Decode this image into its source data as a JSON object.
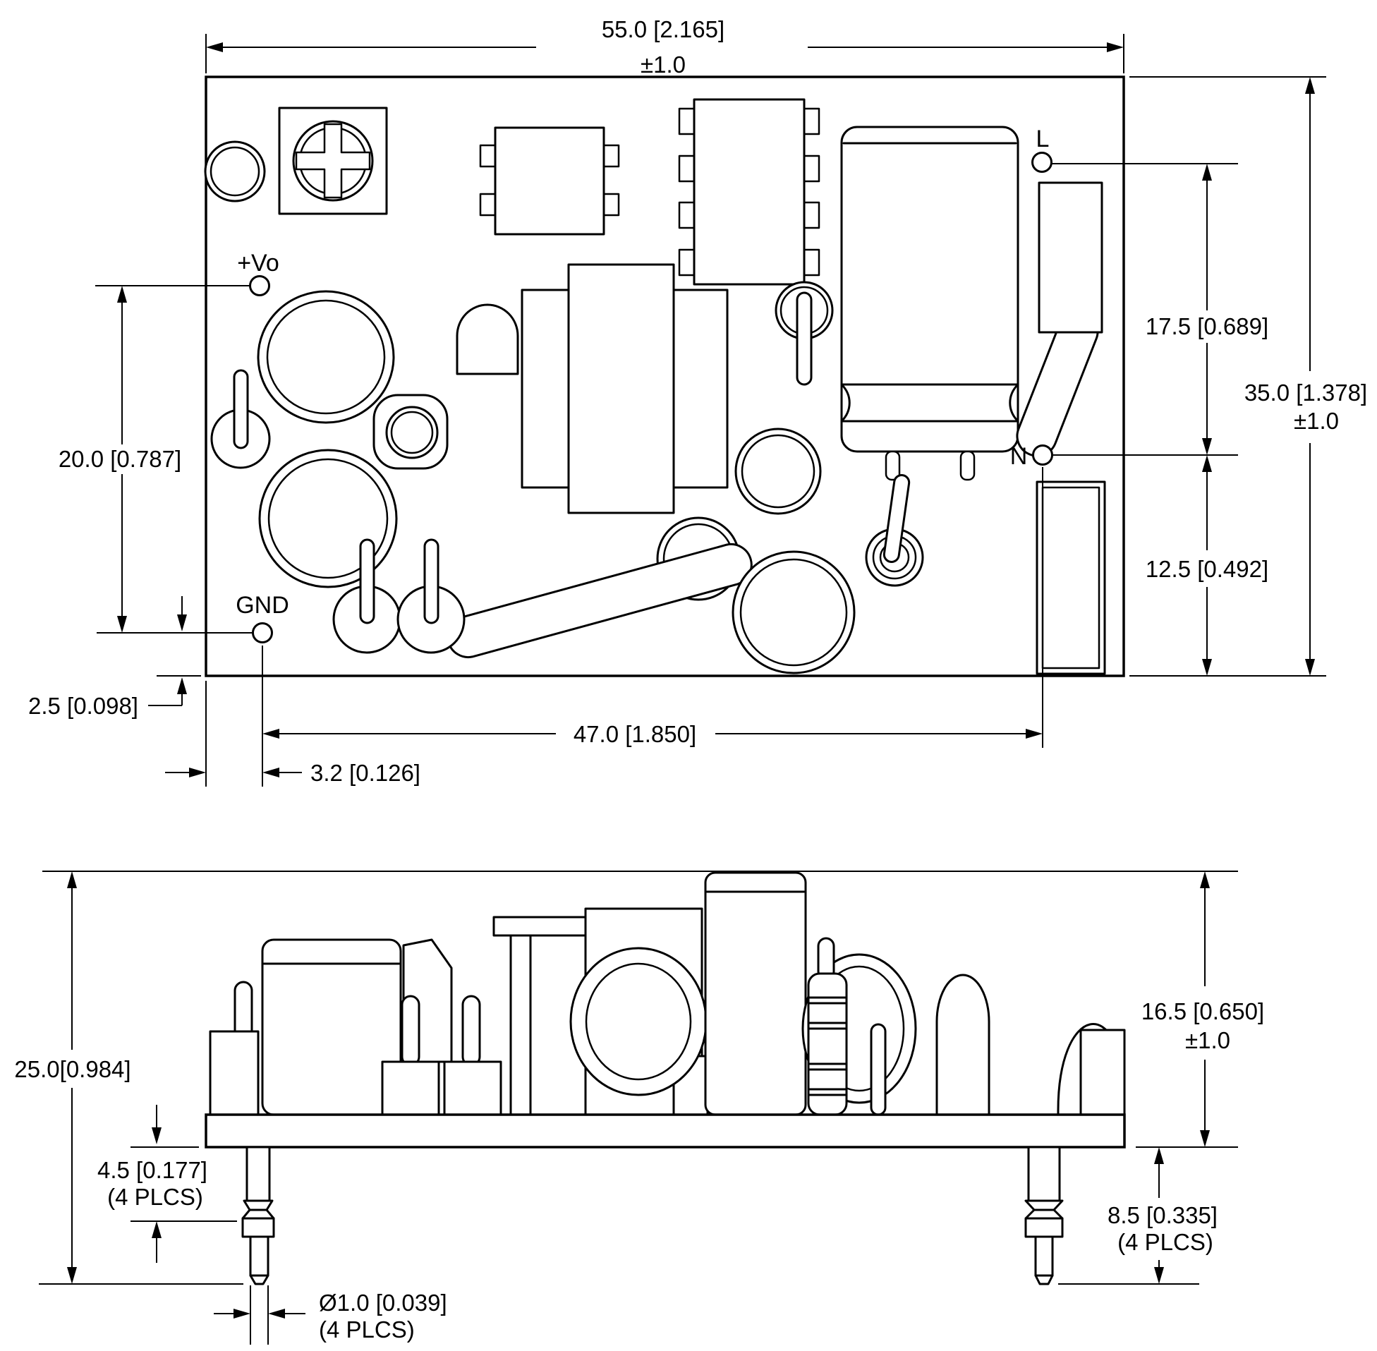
{
  "page": {
    "background": "#ffffff",
    "ink": "#000000",
    "kind": "mechanical dimension drawing",
    "units": "mm [inch]"
  },
  "top_view": {
    "labels": {
      "line": "L",
      "neutral": "N",
      "output": "+Vo",
      "ground": "GND"
    },
    "dimensions": {
      "overall_width": {
        "text": "55.0 [2.165]",
        "tol": "±1.0"
      },
      "overall_height": {
        "text": "35.0 [1.378]",
        "tol": "±1.0"
      },
      "l_offset": {
        "text": "17.5 [0.689]"
      },
      "n_offset": {
        "text": "12.5 [0.492]"
      },
      "output_pitch": {
        "text": "20.0 [0.787]"
      },
      "gnd_edge_offset": {
        "text": "2.5 [0.098]"
      },
      "input_output_span": {
        "text": "47.0 [1.850]"
      },
      "gnd_side_offset": {
        "text": "3.2 [0.126]"
      }
    }
  },
  "side_view": {
    "dimensions": {
      "overall_height": {
        "text": "25.0[0.984]"
      },
      "standoff": {
        "text": "4.5 [0.177]",
        "note": "(4 PLCS)"
      },
      "component_height": {
        "text": "16.5 [0.650]",
        "tol": "±1.0"
      },
      "pin_protrusion": {
        "text": "8.5 [0.335]",
        "note": "(4 PLCS)"
      },
      "pin_diameter": {
        "text": "Ø1.0 [0.039]",
        "note": "(4 PLCS)"
      }
    }
  }
}
